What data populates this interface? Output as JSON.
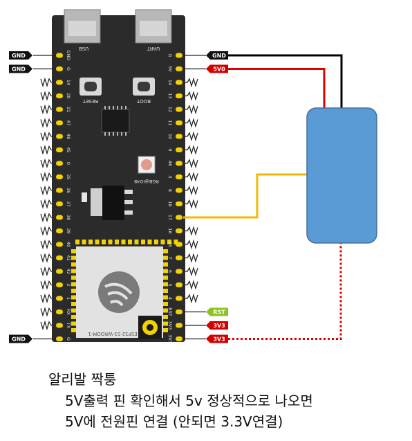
{
  "board": {
    "usb_label": "USB",
    "uart_label": "UART",
    "reset_label": "RESET",
    "boot_label": "BOOT",
    "rgb_label": "RGB@IO48",
    "module_label": "ESP32-S3-WROOM-1",
    "left_pins": [
      "GND",
      "G",
      "14",
      "20",
      "21",
      "47",
      "48",
      "45",
      "0",
      "35",
      "36",
      "37",
      "38",
      "39",
      "40",
      "41",
      "42",
      "2",
      "1",
      "RX",
      "TX",
      "G"
    ],
    "right_pins": [
      "G",
      "5V",
      "14",
      "13",
      "12",
      "11",
      "10",
      "9",
      "46",
      "3",
      "8",
      "18",
      "17",
      "16",
      "15",
      "7",
      "6",
      "5",
      "4",
      "RST",
      "3V3",
      "3V3"
    ]
  },
  "tags": {
    "gnd": "GND",
    "v5": "5V0",
    "rst": "RST",
    "v33": "3V3"
  },
  "colors": {
    "board": "#2b2b2b",
    "pin": "#f2d200",
    "gnd_wire": "#000000",
    "v5_wire": "#e00000",
    "signal_wire": "#f5b800",
    "dotted_wire": "#e00000",
    "sensor": "#5b9bd5",
    "tag_gnd": "#111111",
    "tag_5v": "#d40000",
    "tag_rst": "#8fc31f",
    "tag_3v3": "#d40000"
  },
  "caption": {
    "title": "알리발 짝퉁",
    "line1": "5V출력 핀 확인해서 5v 정상적으로 나오면",
    "line2": "5V에 전원핀 연결 (안되면 3.3V연결)"
  }
}
